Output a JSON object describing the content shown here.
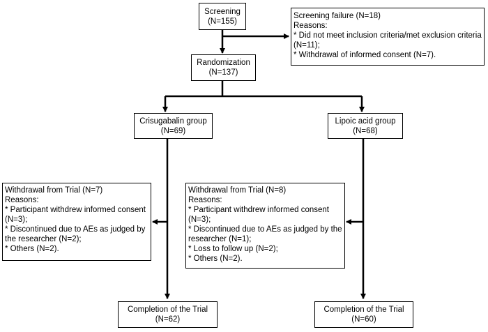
{
  "screening": {
    "title": "Screening",
    "count": "(N=155)"
  },
  "screening_failure": {
    "title": "Screening failure (N=18)",
    "reasons_label": "Reasons:",
    "reasons": [
      "*  Did not meet inclusion criteria/met exclusion criteria (N=11);",
      "*  Withdrawal of informed consent (N=7)."
    ]
  },
  "randomization": {
    "title": "Randomization",
    "count": "(N=137)"
  },
  "crisugabalin": {
    "title": "Crisugabalin group",
    "count": "(N=69)"
  },
  "lipoic": {
    "title": "Lipoic acid group",
    "count": "(N=68)"
  },
  "withdrawal_crisugabalin": {
    "title": "Withdrawal from Trial (N=7)",
    "reasons_label": "Reasons:",
    "reasons": [
      "*  Participant withdrew informed consent (N=3);",
      "*  Discontinued due to AEs as judged by the researcher (N=2);",
      "*  Others (N=2)."
    ]
  },
  "withdrawal_lipoic": {
    "title": "Withdrawal from Trial (N=8)",
    "reasons_label": "Reasons:",
    "reasons": [
      "*  Participant withdrew informed consent (N=3);",
      "*  Discontinued due to AEs as judged by the researcher (N=1);",
      "*  Loss to follow up (N=2);",
      "*  Others (N=2)."
    ]
  },
  "completion_crisugabalin": {
    "title": "Completion of the Trial",
    "count": "(N=62)"
  },
  "completion_lipoic": {
    "title": "Completion of the Trial",
    "count": "(N=60)"
  }
}
